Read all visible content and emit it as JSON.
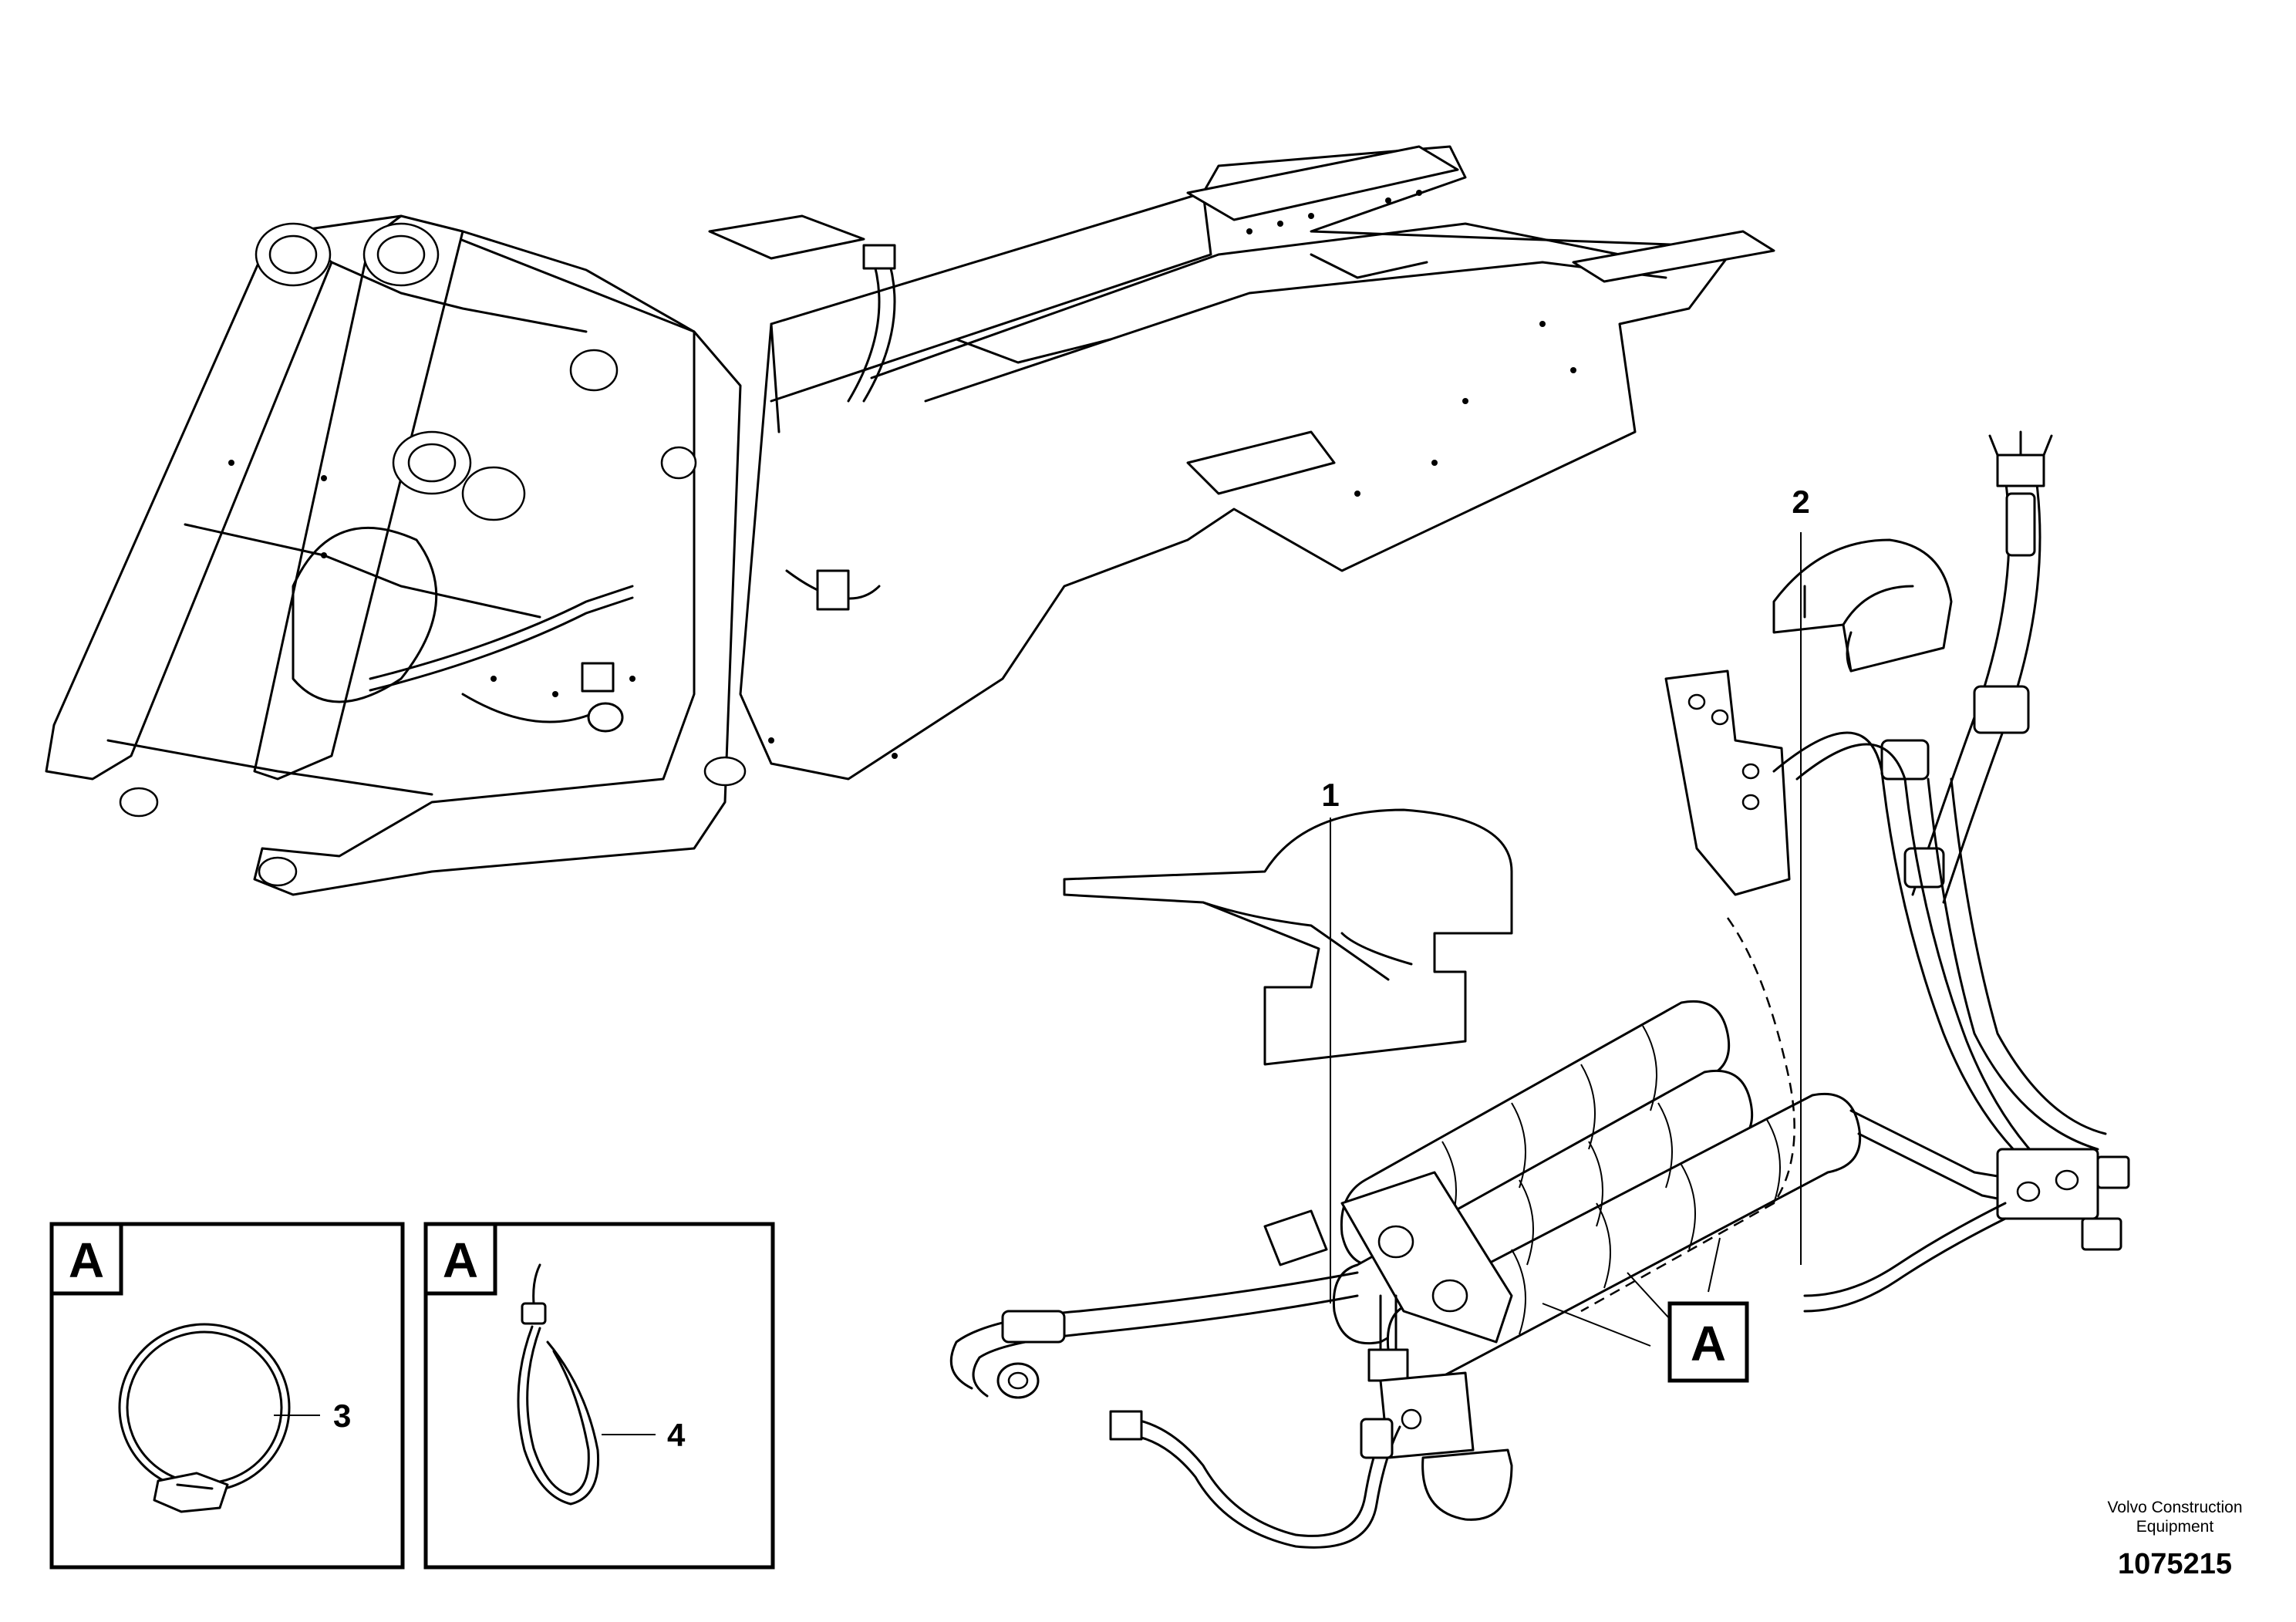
{
  "callouts": {
    "item_1": "1",
    "item_2": "2",
    "item_3": "3",
    "item_4": "4"
  },
  "detail_views": {
    "ref_label": "A",
    "box_a_left_label": "A",
    "box_a_right_label": "A",
    "box_a_left_part": "hose clamp",
    "box_a_right_part": "cable tie"
  },
  "footer": {
    "manufacturer_line1": "Volvo Construction",
    "manufacturer_line2": "Equipment",
    "drawing_number": "1075215"
  }
}
